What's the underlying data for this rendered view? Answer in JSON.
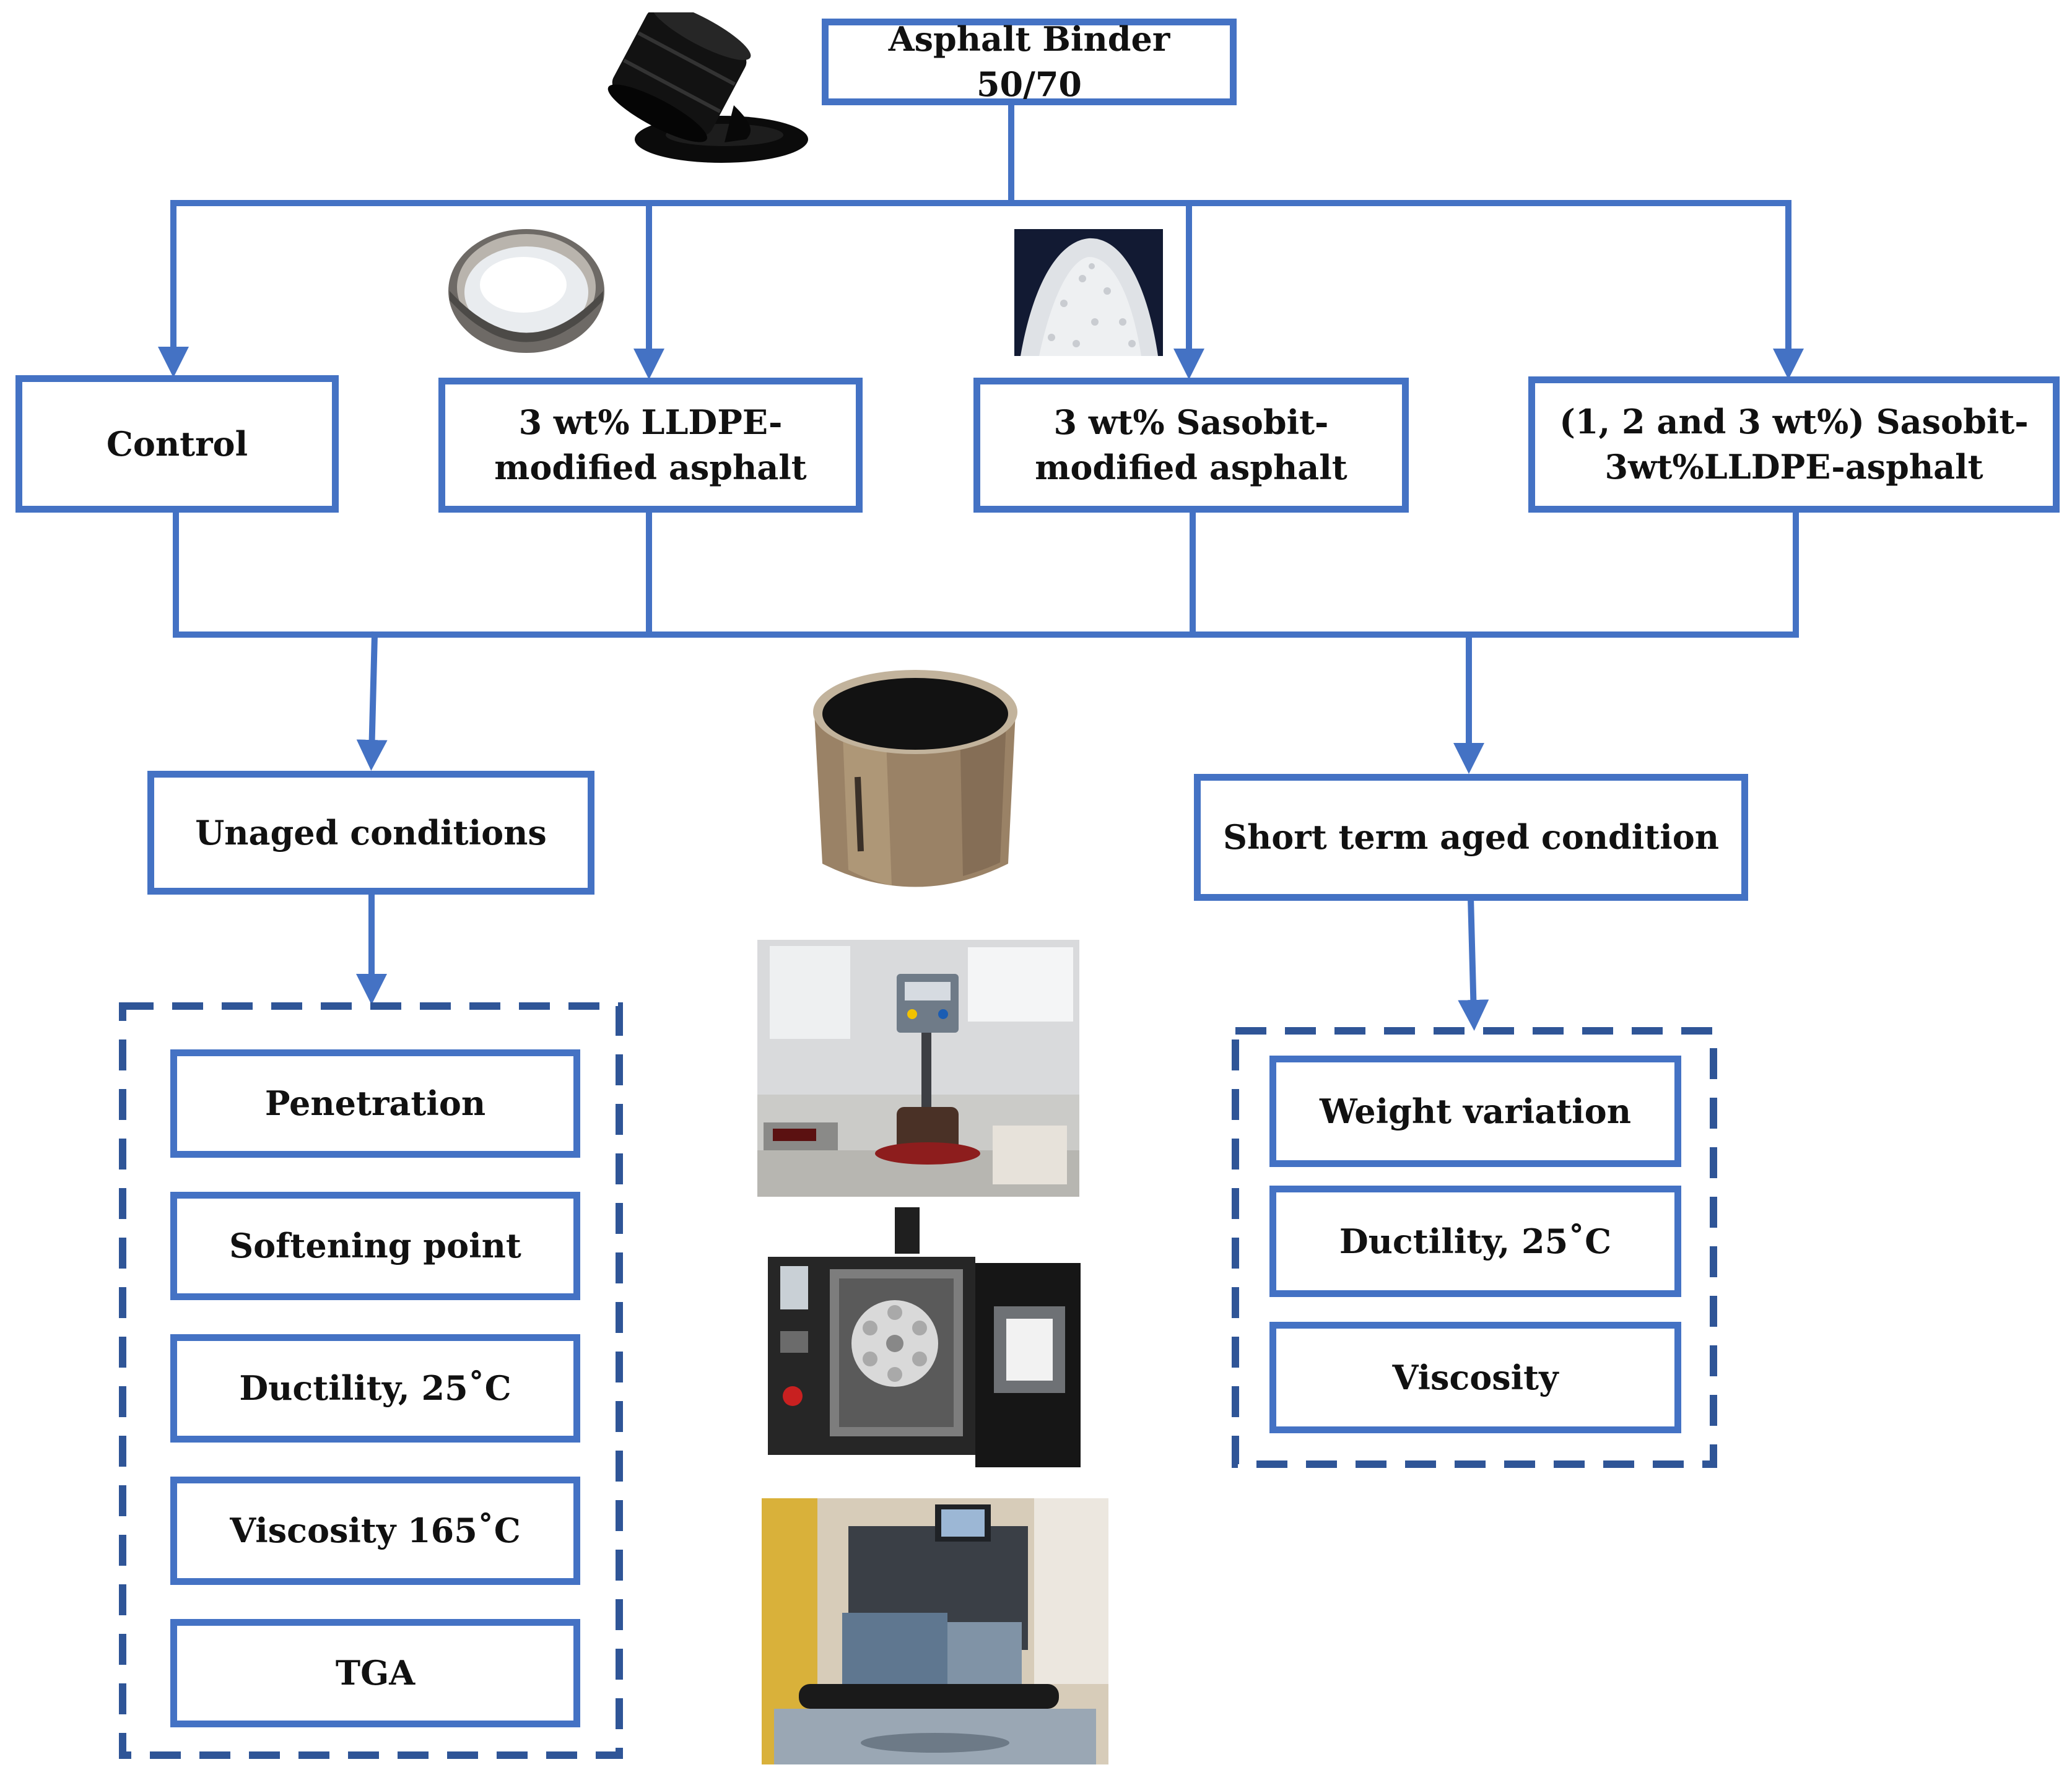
{
  "title_box": "Asphalt Binder 50/70",
  "binder_types": [
    {
      "label": "Control"
    },
    {
      "label": "3 wt% LLDPE-\nmodified asphalt"
    },
    {
      "label": "3 wt% Sasobit-\nmodified asphalt"
    },
    {
      "label": "(1, 2 and 3 wt%) Sasobit-\n3wt%LLDPE-asphalt"
    }
  ],
  "conditions": {
    "unaged": "Unaged conditions",
    "aged": "Short term aged condition"
  },
  "unaged_tests": [
    "Penetration",
    "Softening point",
    "Ductility, 25˚C",
    "Viscosity 165˚C",
    "TGA"
  ],
  "aged_tests": [
    "Weight variation",
    "Ductility, 25˚C",
    "Viscosity"
  ],
  "colors": {
    "line": "#4472c4",
    "dashed_border": "#2f5597",
    "text": "#111111"
  },
  "photos": [
    "asphalt-barrel-photo",
    "lldpe-powder-photo",
    "sasobit-pellets-photo",
    "asphalt-can-photo",
    "penetrometer-photo",
    "rtfo-oven-photo",
    "viscometer-photo"
  ]
}
